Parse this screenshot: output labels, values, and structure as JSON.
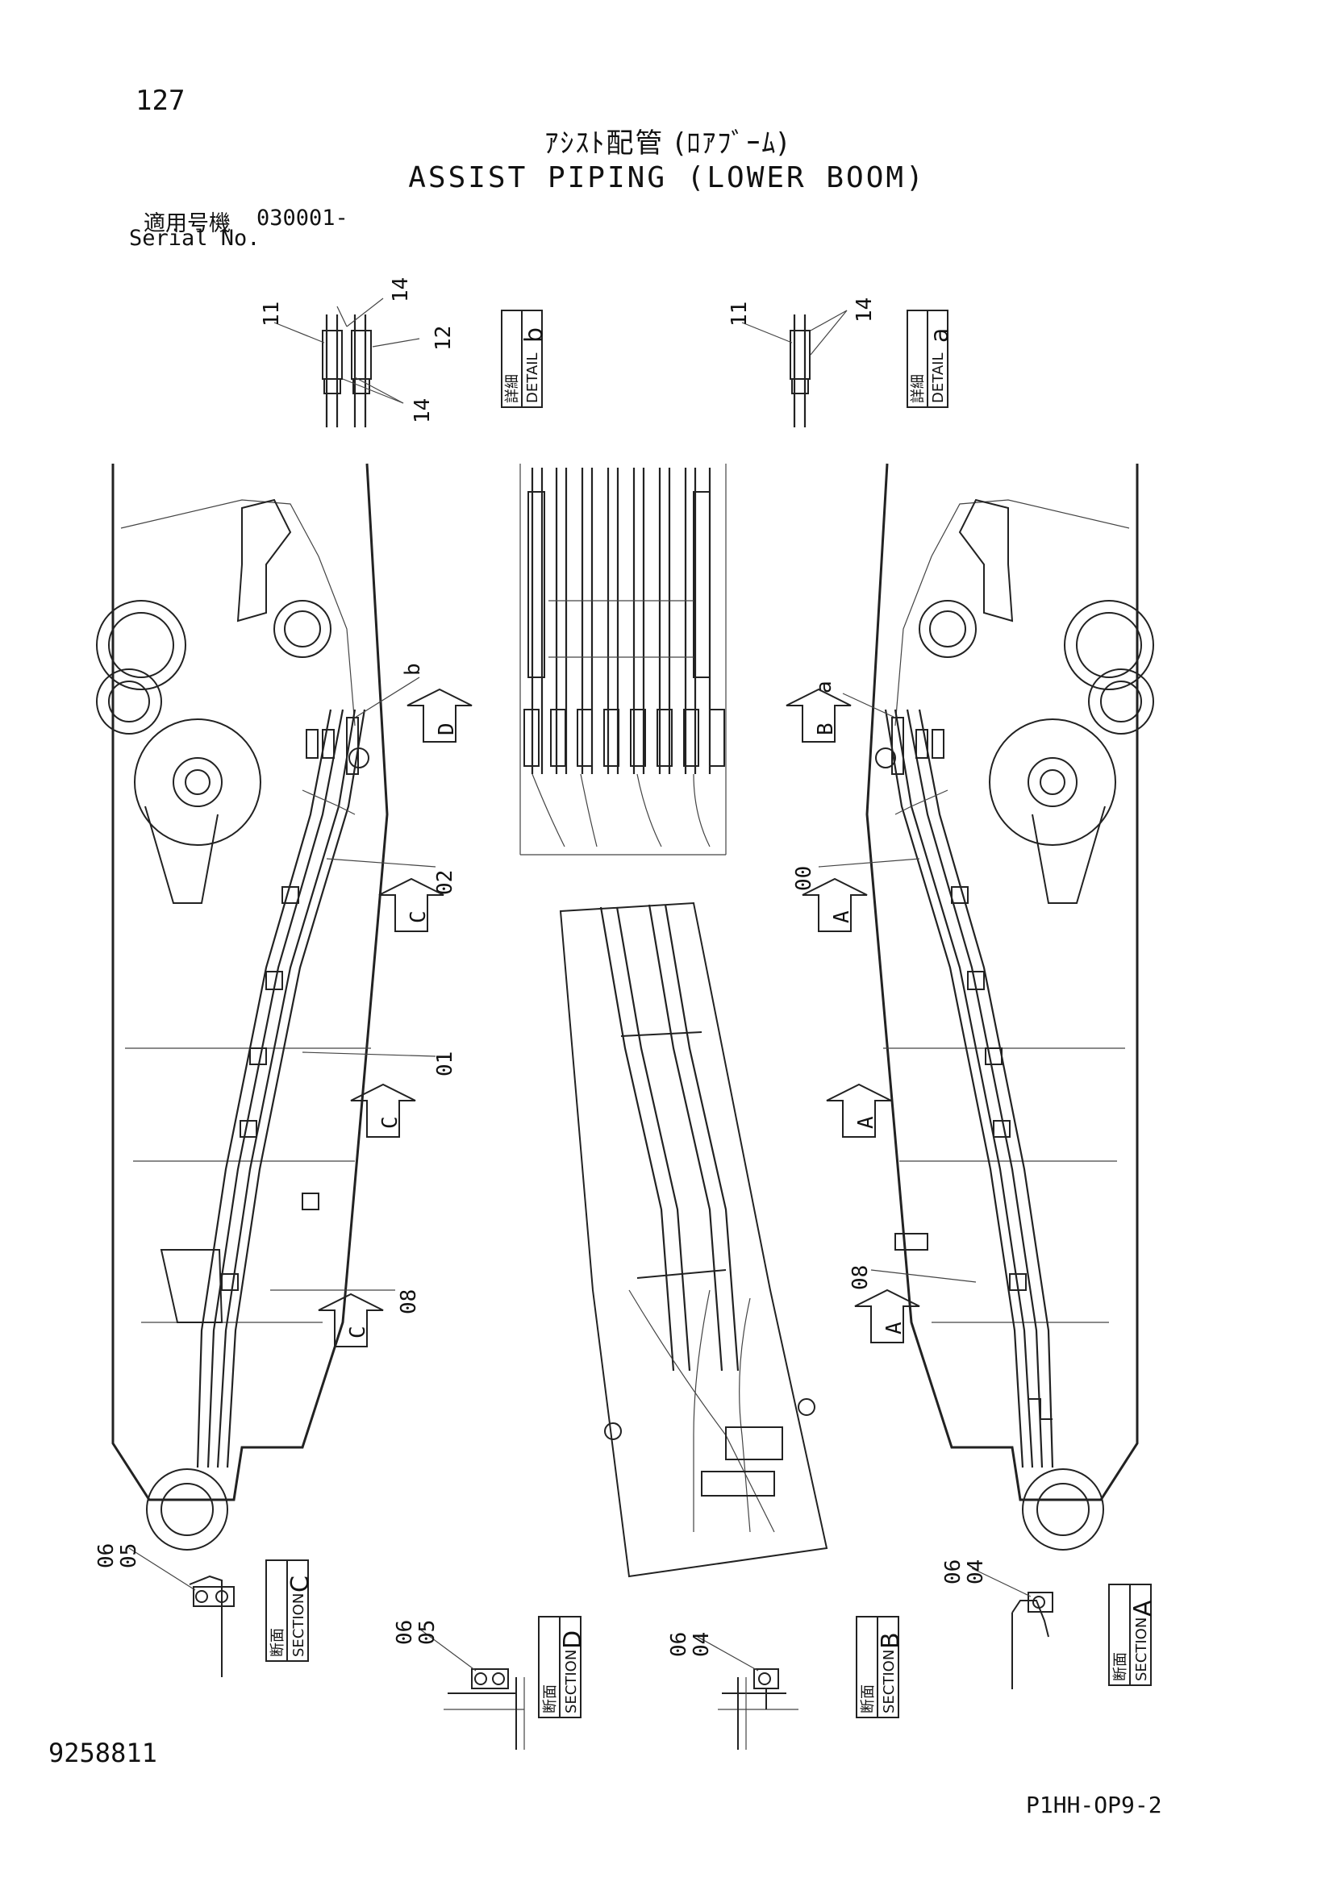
{
  "header": {
    "page_number": "127",
    "title_jp": "ｱｼｽﾄ配管 (ﾛｱﾌﾞｰﾑ)",
    "title_en": "ASSIST PIPING (LOWER BOOM)",
    "serial_label_jp": "適用号機",
    "serial_value": "030001-",
    "serial_label_en": "Serial No."
  },
  "details": [
    {
      "id": "detail-b",
      "letter": "b",
      "jp": "詳細",
      "en": "DETAIL",
      "callouts": [
        "11",
        "14",
        "12",
        "14"
      ]
    },
    {
      "id": "detail-a",
      "letter": "a",
      "jp": "詳細",
      "en": "DETAIL",
      "callouts": [
        "11",
        "14"
      ]
    }
  ],
  "sections": [
    {
      "id": "section-c",
      "letter": "C",
      "jp": "断面",
      "en": "SECTION",
      "callouts": [
        "06",
        "05"
      ]
    },
    {
      "id": "section-d",
      "letter": "D",
      "jp": "断面",
      "en": "SECTION",
      "callouts": [
        "06",
        "05"
      ]
    },
    {
      "id": "section-b",
      "letter": "B",
      "jp": "断面",
      "en": "SECTION",
      "callouts": [
        "06",
        "04"
      ]
    },
    {
      "id": "section-a",
      "letter": "A",
      "jp": "断面",
      "en": "SECTION",
      "callouts": [
        "06",
        "04"
      ]
    }
  ],
  "view_callouts": {
    "left": {
      "detail": "b",
      "part_02": "02",
      "part_01": "01",
      "part_08": "08",
      "arrow_d": "D",
      "arrow_c1": "C",
      "arrow_c2": "C",
      "arrow_c3": "C"
    },
    "right": {
      "detail": "a",
      "part_00": "00",
      "part_08": "08",
      "arrow_b": "B",
      "arrow_a1": "A",
      "arrow_a2": "A",
      "arrow_a3": "A"
    }
  },
  "footer": {
    "doc_number": "9258811",
    "page_code": "P1HH-OP9-2"
  }
}
